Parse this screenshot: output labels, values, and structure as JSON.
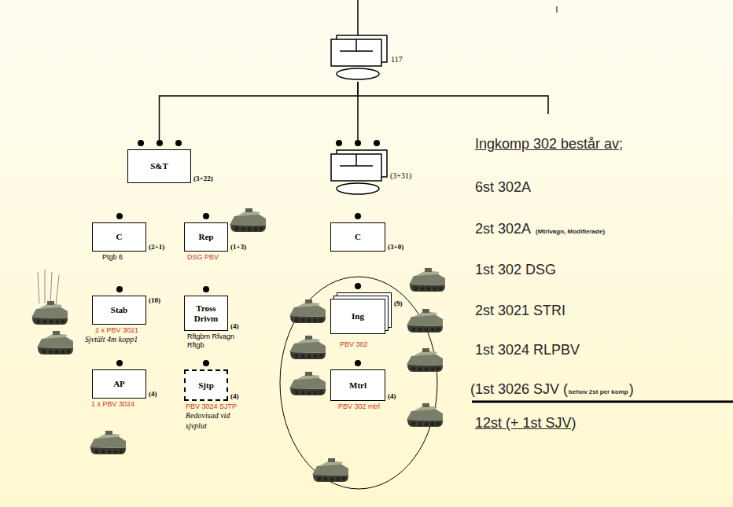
{
  "diagram": {
    "nodes": [
      {
        "text": [
          "117"
        ]
      },
      {
        "text": [
          "S&T",
          "(3+22)"
        ]
      },
      {
        "text": [
          "(3+31)"
        ]
      },
      {
        "text": [
          "C",
          "(2+1)",
          "Ptgb 6"
        ]
      },
      {
        "text": [
          "Rep",
          "(1+3)",
          "DSG PBV"
        ]
      },
      {
        "text": [
          "Stab",
          "(10)",
          "2 x PBV 3021",
          "Sjvtält 4m kopp1"
        ]
      },
      {
        "text": [
          "Tross Drivm",
          "(4)",
          "Rftgbm Rfvagn Rftgb"
        ]
      },
      {
        "text": [
          "AP",
          "(4)",
          "1 x PBV 3024"
        ]
      },
      {
        "text": [
          "Sjtp",
          "(4)",
          "PBV 3024 SJTP",
          "Redovisad vid sjvplut"
        ]
      },
      {
        "text": [
          "C",
          "(3+0)"
        ]
      },
      {
        "text": [
          "Ing",
          "(9)",
          "PBV 302"
        ]
      },
      {
        "text": [
          "Mtrl",
          "(4)",
          "PBV 302 mtrl"
        ]
      }
    ],
    "edges": [
      {
        "from": 0,
        "to": 1,
        "arrow": "none"
      },
      {
        "from": 0,
        "to": 2,
        "arrow": "none"
      }
    ],
    "labels": [
      "Ingkomp 302 består av;",
      "6st 302A",
      "2st 302A",
      "(Mtrlvagn, Modifierade)",
      "1st 302 DSG",
      "2st 3021 STRI",
      "1st 3024 RLPBV",
      "(1st 3026 SJV (",
      "behov 2st per komp",
      ")",
      "12st (+ 1st SJV)"
    ]
  }
}
